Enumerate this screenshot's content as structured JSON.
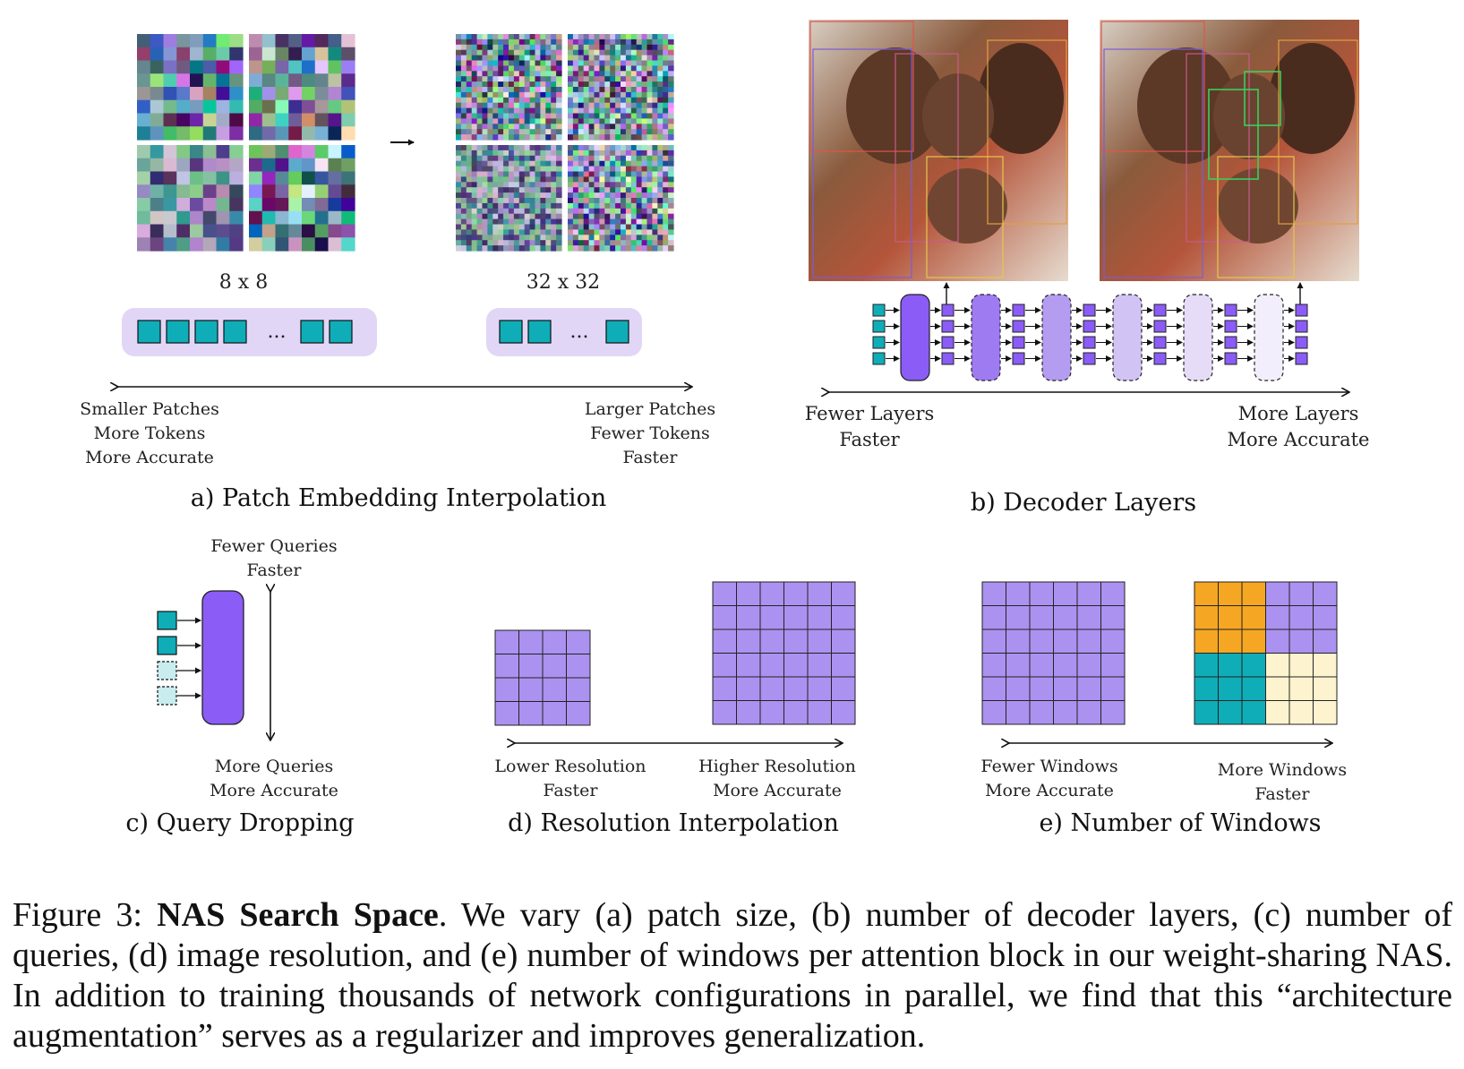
{
  "panel_a": {
    "label_small": "8 x 8",
    "label_large": "32 x 32",
    "ellipsis": "...",
    "left_lines": [
      "Smaller Patches",
      "More Tokens",
      "More Accurate"
    ],
    "right_lines": [
      "Larger Patches",
      "Fewer Tokens",
      "Faster"
    ],
    "title": "a) Patch Embedding Interpolation"
  },
  "panel_b": {
    "left_lines": [
      "Fewer Layers",
      "Faster"
    ],
    "right_lines": [
      "More Layers",
      "More Accurate"
    ],
    "title": "b) Decoder Layers"
  },
  "panel_c": {
    "top_lines": [
      "Fewer Queries",
      "Faster"
    ],
    "bottom_lines": [
      "More Queries",
      "More Accurate"
    ],
    "title": "c) Query Dropping"
  },
  "panel_d": {
    "left_lines": [
      "Lower Resolution",
      "Faster"
    ],
    "right_lines": [
      "Higher Resolution",
      "More Accurate"
    ],
    "title": "d) Resolution Interpolation"
  },
  "panel_e": {
    "left_lines": [
      "Fewer Windows",
      "More Accurate"
    ],
    "right_lines": [
      "More Windows",
      "Faster"
    ],
    "title": "e) Number of Windows"
  },
  "colors": {
    "teal": "#0fadb8",
    "purple": "#8b5cf6",
    "lavender": "#ab92f0",
    "orange": "#f5a623",
    "cream": "#fdf3cf",
    "pale_lavender": "#e2d6f7"
  },
  "caption": {
    "prefix": "Figure 3: ",
    "bold": "NAS Search Space",
    "text": ". We vary (a) patch size, (b) number of decoder layers, (c) number of queries, (d) image resolution, and (e) number of windows per attention block in our weight-sharing NAS. In addition to training thousands of network configurations in parallel, we find that this “architecture augmentation” serves as a regularizer and improves generalization."
  }
}
